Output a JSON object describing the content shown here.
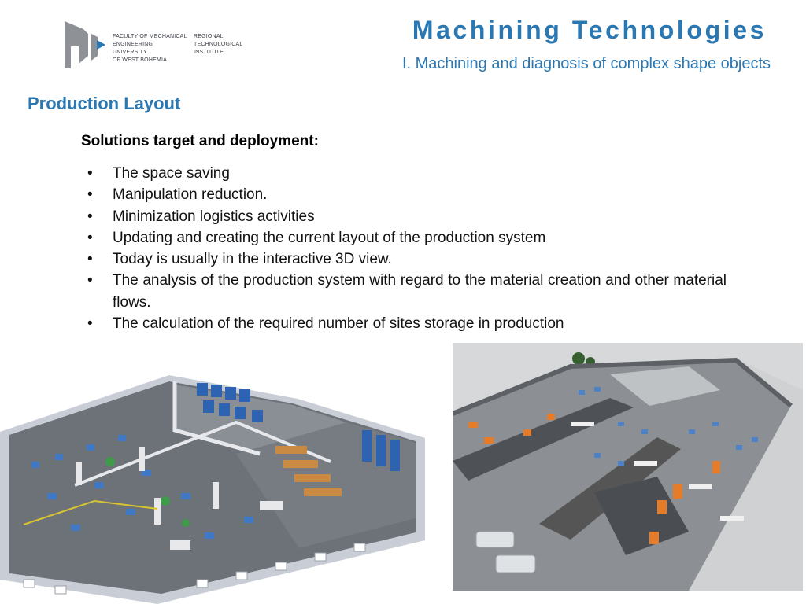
{
  "logo": {
    "left_text": "FACULTY OF MECHANICAL\nENGINEERING\nUNIVERSITY\nOF WEST BOHEMIA",
    "right_text": "REGIONAL\nTECHNOLOGICAL\nINSTITUTE",
    "colors": {
      "grey": "#8e9196",
      "blue": "#2a78b3"
    }
  },
  "header": {
    "title": "Machining Technologies",
    "subtitle": "I. Machining and diagnosis of complex shape objects"
  },
  "section_title": "Production Layout",
  "content": {
    "heading": "Solutions target and deployment:",
    "bullets": [
      "The space saving",
      "Manipulation reduction.",
      "Minimization logistics activities",
      "Updating and creating the current layout of the production system",
      "Today is usually in the interactive 3D view.",
      "The analysis of the production system with regard to the material creation and other material flows.",
      "The calculation of the required number of sites storage in production"
    ],
    "bullet_symbol": "•"
  },
  "images": {
    "left": "factory-layout-3d-render",
    "right": "factory-layout-3d-aerial"
  }
}
